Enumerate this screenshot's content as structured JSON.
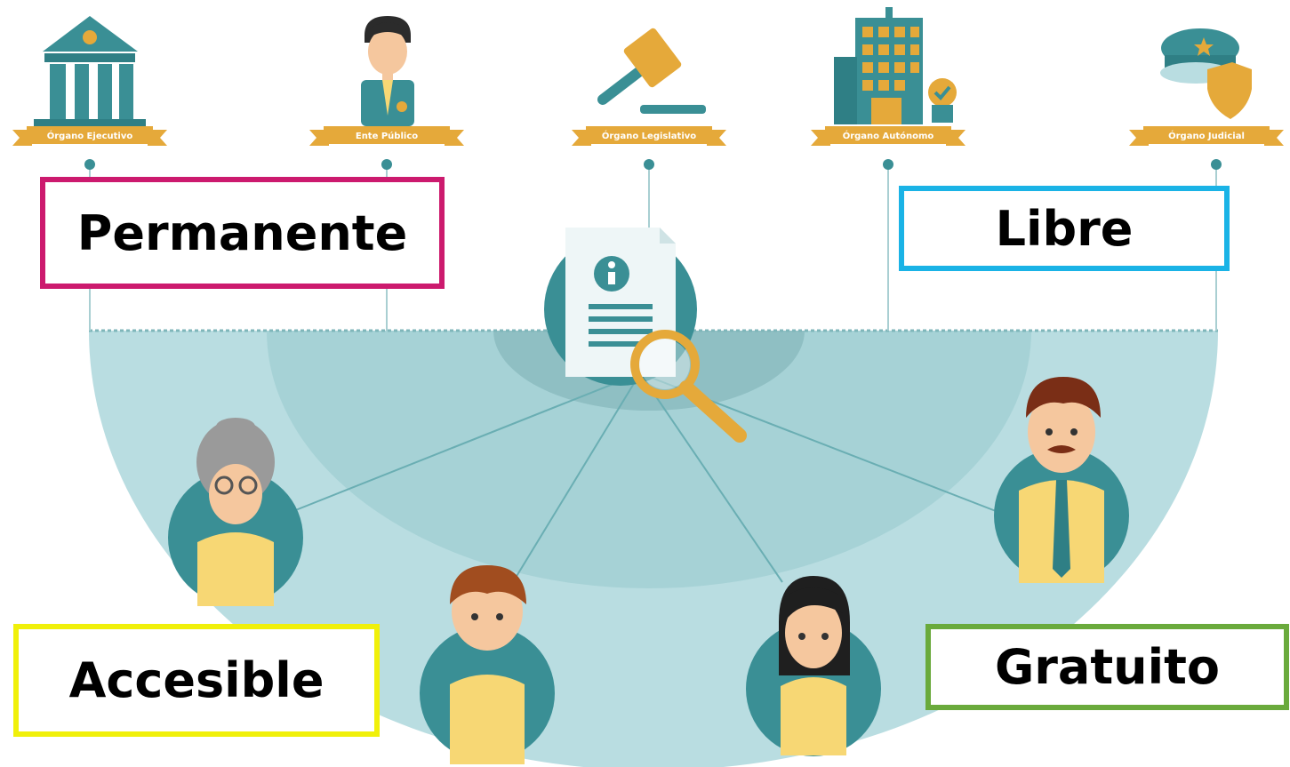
{
  "diagram": {
    "top_icons": [
      {
        "label": "Órgano Ejecutivo",
        "icon": "government-building-icon"
      },
      {
        "label": "Ente Público",
        "icon": "public-official-icon"
      },
      {
        "label": "Órgano Legislativo",
        "icon": "gavel-icon"
      },
      {
        "label": "Órgano Autónomo",
        "icon": "office-building-icon"
      },
      {
        "label": "Órgano Judicial",
        "icon": "police-cap-shield-icon"
      }
    ],
    "center_icon": "information-document-magnifier-icon",
    "people": [
      {
        "icon": "elderly-woman-icon"
      },
      {
        "icon": "young-man-icon"
      },
      {
        "icon": "woman-icon"
      },
      {
        "icon": "mustached-man-icon"
      }
    ],
    "labels": {
      "permanente": "Permanente",
      "libre": "Libre",
      "accesible": "Accesible",
      "gratuito": "Gratuito"
    }
  },
  "colors": {
    "teal_dark": "#3a8f95",
    "teal_light": "#b9dde1",
    "skin": "#f5c79e",
    "yellow_shirt": "#f7d774",
    "gold": "#e5a93a",
    "permanente_border": "#cc1a6e",
    "libre_border": "#1ab3e6",
    "accesible_border": "#f0f00a",
    "gratuito_border": "#6aaa3c"
  }
}
